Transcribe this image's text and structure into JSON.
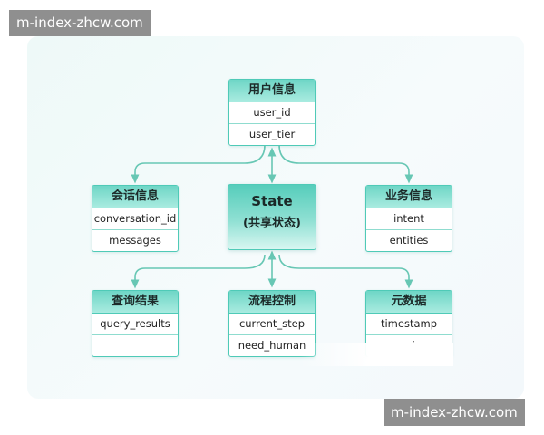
{
  "watermark": "m-index-zhcw.com",
  "state_node": {
    "title": "State",
    "subtitle": "(共享状态)"
  },
  "nodes": {
    "user_info": {
      "title": "用户信息",
      "fields": [
        "user_id",
        "user_tier"
      ]
    },
    "session_info": {
      "title": "会话信息",
      "fields": [
        "conversation_id",
        "messages"
      ]
    },
    "business_info": {
      "title": "业务信息",
      "fields": [
        "intent",
        "entities"
      ]
    },
    "query_results": {
      "title": "查询结果",
      "fields": [
        "query_results",
        ""
      ]
    },
    "flow_control": {
      "title": "流程控制",
      "fields": [
        "current_step",
        "need_human"
      ]
    },
    "metadata": {
      "title": "元数据",
      "fields": [
        "timestamp",
        "version"
      ]
    }
  },
  "colors": {
    "accent": "#4fcab7",
    "header_fill": "#6fd6c6",
    "connector": "#67c7b4"
  }
}
